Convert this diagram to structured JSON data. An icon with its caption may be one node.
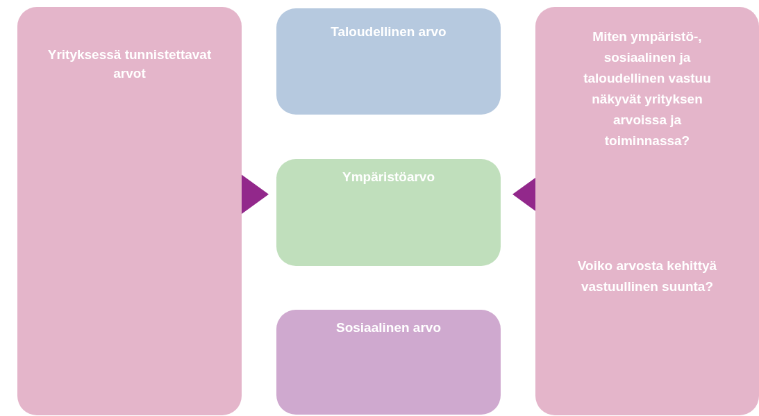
{
  "diagram": {
    "nodes": [
      {
        "text": [
          "Yrityksessä tunnistettavat arvot"
        ]
      },
      {
        "text": [
          "Taloudellinen arvo"
        ]
      },
      {
        "text": [
          "Ympäristöarvo"
        ]
      },
      {
        "text": [
          "Sosiaalinen arvo"
        ]
      },
      {
        "text": [
          "Miten ympäristö-, sosiaalinen ja taloudellinen vastuu näkyvät yrityksen arvoissa ja toiminnassa?",
          "Voiko arvosta kehittyä vastuullinen suunta?"
        ]
      }
    ],
    "edges": [
      {
        "from": 0,
        "to": 2,
        "arrow": "to",
        "style": "thick"
      },
      {
        "from": 4,
        "to": 2,
        "arrow": "to",
        "style": "thick"
      }
    ]
  }
}
